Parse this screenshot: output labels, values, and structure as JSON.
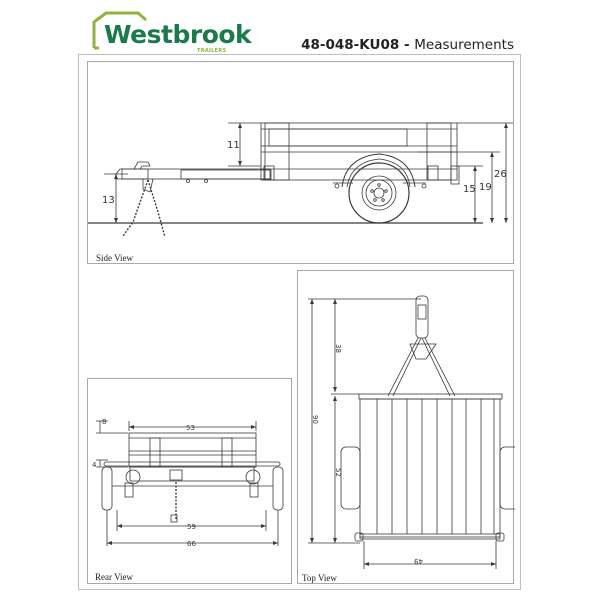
{
  "header": {
    "brand": "Westbrook",
    "brand_sub": "TRAILERS",
    "model": "48-048-KU08",
    "separator": " - ",
    "title_suffix": "Measurements"
  },
  "colors": {
    "brand_green": "#1b7a4c",
    "brand_lime": "#8fb43a",
    "frame_border": "#b7c2c0",
    "panel_border": "#a8a8a8",
    "line": "#3a3a3a"
  },
  "views": {
    "side": {
      "label": "Side View",
      "dimensions": {
        "coupler_height": "13",
        "side_rail_height": "11",
        "bed_height": "15",
        "fender_height": "19",
        "overall_height": "26"
      }
    },
    "rear": {
      "label": "Rear View",
      "dimensions": {
        "rail_height": "8",
        "bed_frame_height": "4",
        "bed_width": "53",
        "track_width": "59",
        "overall_width": "66"
      }
    },
    "top": {
      "label": "Top View",
      "dimensions": {
        "tongue_length": "38",
        "bed_length": "52",
        "overall_length": "90",
        "inner_width": "49"
      }
    }
  }
}
